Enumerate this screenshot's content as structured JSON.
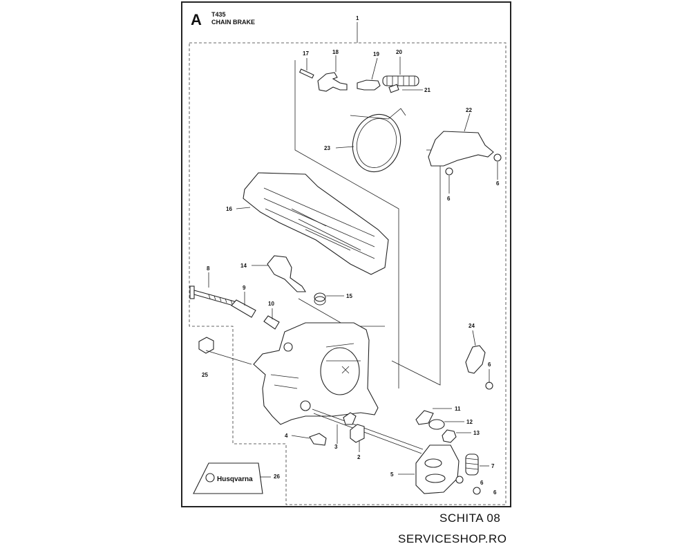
{
  "header": {
    "section": "A",
    "model": "T435",
    "title": "CHAIN BRAKE"
  },
  "callouts": [
    "1",
    "17",
    "18",
    "19",
    "20",
    "21",
    "22",
    "23",
    "6",
    "6",
    "16",
    "14",
    "8",
    "9",
    "15",
    "10",
    "24",
    "6",
    "25",
    "11",
    "12",
    "13",
    "4",
    "3",
    "2",
    "7",
    "5",
    "6",
    "6",
    "26"
  ],
  "logo_text": "Husqvarna",
  "footer": {
    "schema": "SCHITA 08",
    "shop": "SERVICESHOP.RO"
  },
  "colors": {
    "ink": "#222222",
    "paper": "#ffffff",
    "shade": "#cfcfcf"
  }
}
